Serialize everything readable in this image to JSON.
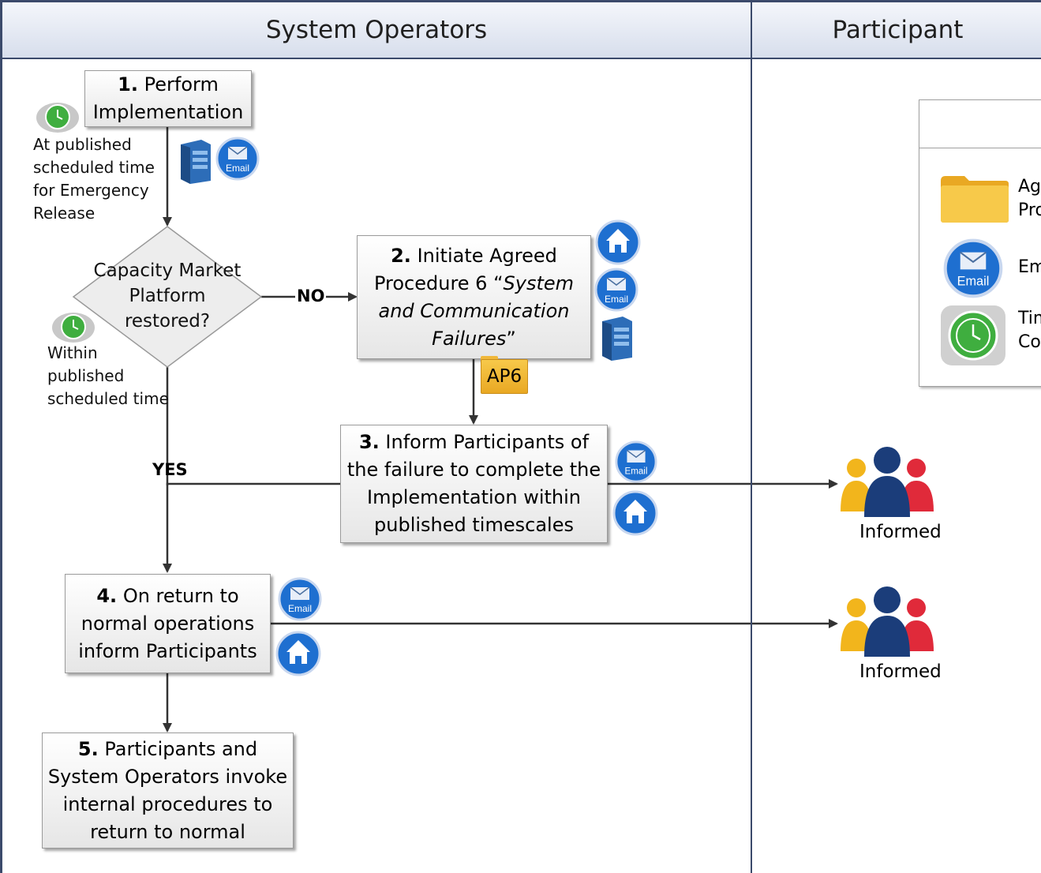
{
  "lanes": {
    "left": "System Operators",
    "right": "Participant"
  },
  "steps": {
    "s1": {
      "num": "1.",
      "line1": "Perform",
      "line2": "Implementation"
    },
    "decision": {
      "line1": "Capacity Market",
      "line2": "Platform",
      "line3": "restored?"
    },
    "s2": {
      "num": "2.",
      "l1a": "Initiate Agreed",
      "l2a": "Procedure 6 “",
      "l2b": "System",
      "l3": "and Communication",
      "l4a": "Failures",
      "l4b": "”"
    },
    "s3": {
      "num": "3.",
      "l1": "Inform Participants of",
      "l2": "the failure to complete the",
      "l3": "Implementation within",
      "l4": "published timescales"
    },
    "s4": {
      "num": "4.",
      "l1": "On return to",
      "l2": "normal operations",
      "l3": "inform Participants"
    },
    "s5": {
      "num": "5.",
      "l1": "Participants and",
      "l2": "System Operators invoke",
      "l3": "internal procedures to",
      "l4": "return to normal"
    }
  },
  "notes": {
    "timer1": [
      "At published",
      "scheduled time",
      "for Emergency",
      "Release"
    ],
    "timer2": [
      "Within",
      "published",
      "scheduled time"
    ]
  },
  "branch_labels": {
    "no": "NO",
    "yes": "YES"
  },
  "tag_ap6": "AP6",
  "informed_1": "Informed",
  "informed_2": "Informed",
  "email_label": "Email",
  "legend": {
    "folder": [
      "Agr",
      "Pro"
    ],
    "email": "Em",
    "timer": [
      "Tim",
      "Co"
    ]
  },
  "icons": [
    "clock-icon",
    "server-icon",
    "email-icon",
    "home-icon",
    "folder-icon",
    "people-icon"
  ],
  "colors": {
    "lane_border": "#3b4a6b",
    "header_top": "#f4f6fb",
    "header_bottom": "#d7deec",
    "email_blue": "#1e6fd0",
    "clock_green": "#3fae3f",
    "folder": "#f0b83a"
  }
}
